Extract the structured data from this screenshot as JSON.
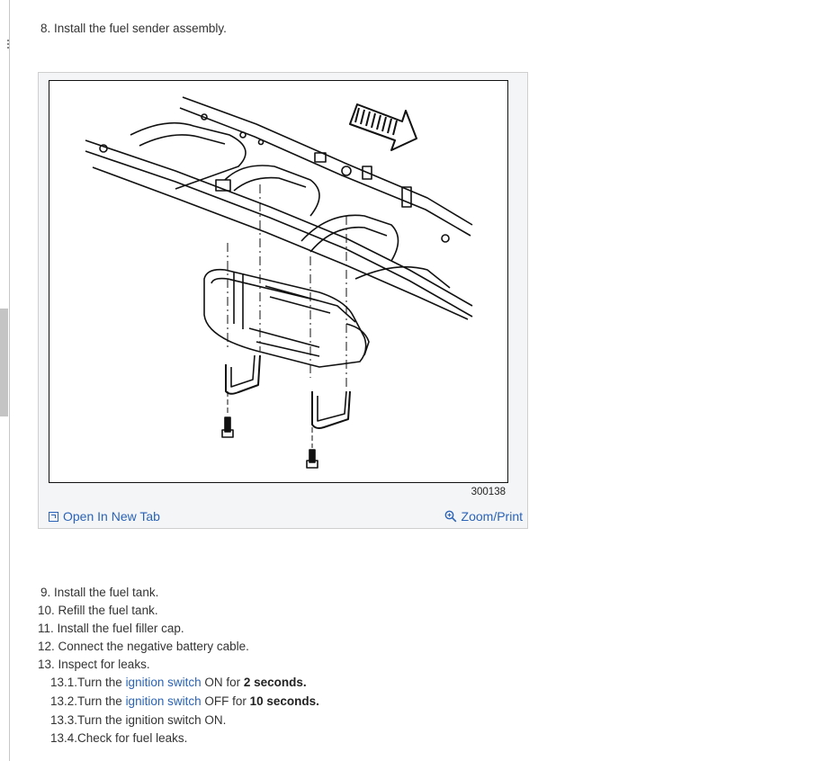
{
  "steps_before": [
    {
      "text": "8. Install the fuel sender assembly."
    }
  ],
  "figure": {
    "code": "300138",
    "open_tab_label": "Open In New Tab",
    "zoom_label": "Zoom/Print"
  },
  "steps_after": [
    {
      "text": "9. Install the fuel tank."
    },
    {
      "text": "10. Refill the fuel tank."
    },
    {
      "text": "11. Install the fuel filler cap."
    },
    {
      "text": "12. Connect the negative battery cable."
    },
    {
      "text": "13. Inspect for leaks."
    }
  ],
  "substeps": [
    {
      "prefix": "13.1.Turn the ",
      "link": "ignition switch",
      "middle": " ON for ",
      "bold": "2 seconds."
    },
    {
      "prefix": "13.2.Turn the ",
      "link": "ignition switch",
      "middle": " OFF for ",
      "bold": "10 seconds."
    },
    {
      "text": "13.3.Turn the ignition switch ON."
    },
    {
      "text": "13.4.Check for fuel leaks."
    }
  ],
  "colors": {
    "link": "#2a63b7",
    "text": "#333333"
  }
}
